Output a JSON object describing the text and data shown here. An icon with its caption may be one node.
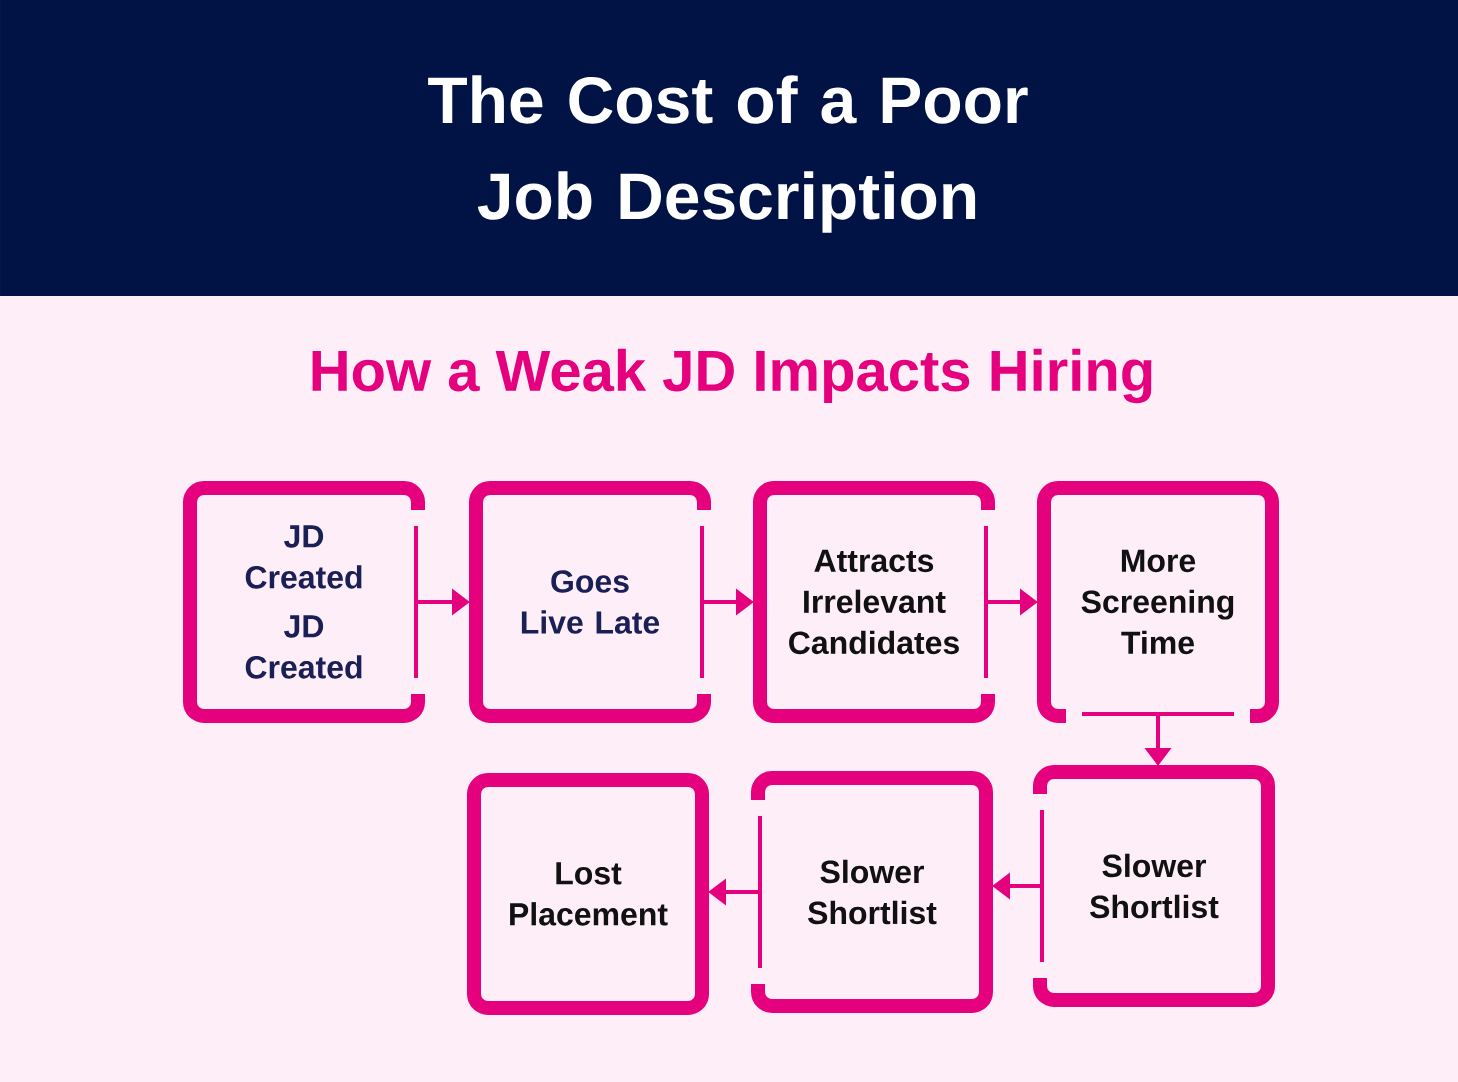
{
  "diagram": {
    "title": "The Cost of a Poor Job Description",
    "nodes": [
      {
        "text": [
          "JD Created",
          "JD Created"
        ]
      },
      {
        "text": [
          "Goes Live Late"
        ]
      },
      {
        "text": [
          "Attracts Irrelevant Candidates"
        ]
      },
      {
        "text": [
          "More Screening Time"
        ]
      },
      {
        "text": [
          "Slower Shortlist"
        ]
      },
      {
        "text": [
          "Slower Shortlist"
        ]
      },
      {
        "text": [
          "Lost Placement"
        ]
      }
    ],
    "edges": [
      {
        "from": 0,
        "to": 1,
        "arrow": "to"
      },
      {
        "from": 1,
        "to": 2,
        "arrow": "to"
      },
      {
        "from": 2,
        "to": 3,
        "arrow": "to"
      },
      {
        "from": 3,
        "to": 4,
        "arrow": "to"
      },
      {
        "from": 4,
        "to": 5,
        "arrow": "to"
      },
      {
        "from": 5,
        "to": 6,
        "arrow": "to"
      }
    ],
    "labels": [
      "How a Weak JD Impacts Hiring"
    ]
  }
}
